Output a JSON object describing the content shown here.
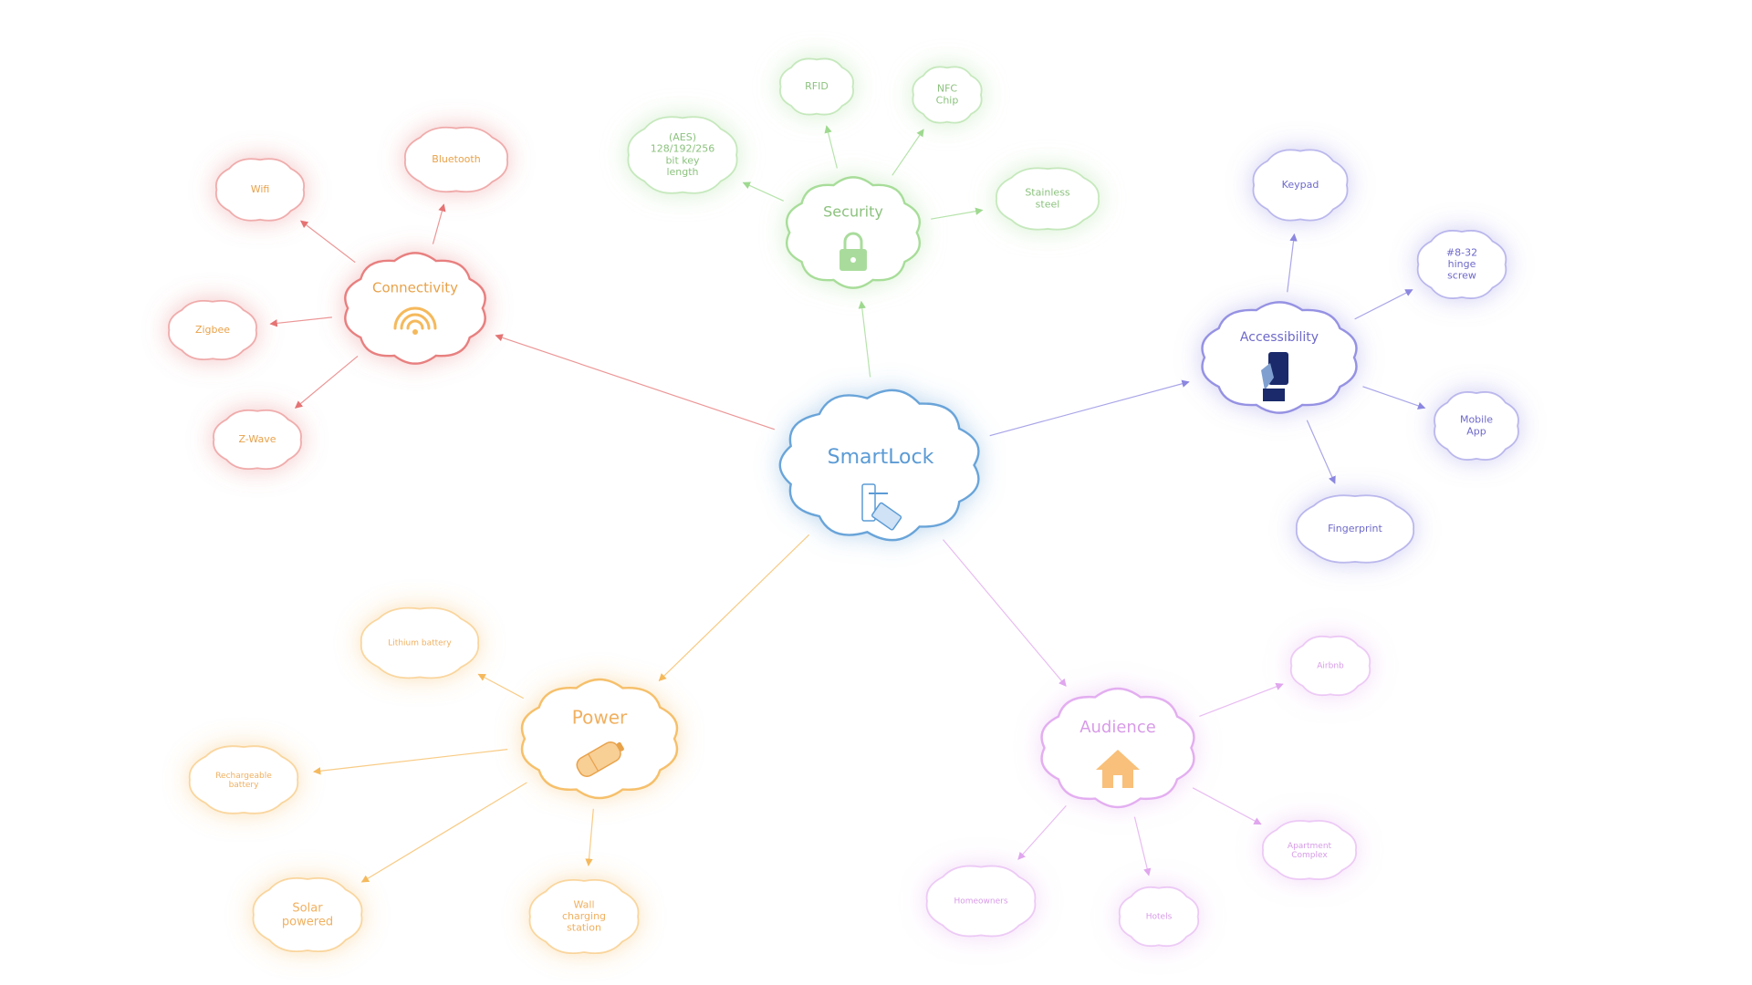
{
  "center": {
    "label": "SmartLock",
    "color": "#5b9bd5",
    "icon": "door-handle-card-icon"
  },
  "branches": [
    {
      "id": "connectivity",
      "label": "Connectivity",
      "color": "#e57373",
      "text_color": "#e8a24a",
      "icon": "wifi-icon",
      "children": [
        "Wifi",
        "Bluetooth",
        "Zigbee",
        "Z-Wave"
      ]
    },
    {
      "id": "security",
      "label": "Security",
      "color": "#9ed98f",
      "text_color": "#8cc27e",
      "icon": "padlock-icon",
      "children": [
        "(AES)\n128/192/256\nbit key\nlength",
        "RFID",
        "NFC\nChip",
        "Stainless\nsteel"
      ]
    },
    {
      "id": "accessibility",
      "label": "Accessibility",
      "color": "#8c87e0",
      "text_color": "#6e69c9",
      "icon": "phone-in-hand-icon",
      "children": [
        "Keypad",
        "#8-32\nhinge\nscrew",
        "Mobile\nApp",
        "Fingerprint"
      ]
    },
    {
      "id": "power",
      "label": "Power",
      "color": "#f5b95c",
      "text_color": "#f0b060",
      "icon": "battery-icon",
      "children": [
        "Lithium battery",
        "Rechargeable\nbattery",
        "Solar\npowered",
        "Wall\ncharging\nstation"
      ]
    },
    {
      "id": "audience",
      "label": "Audience",
      "color": "#e0a6ee",
      "text_color": "#d89be8",
      "icon": "house-icon",
      "children": [
        "Airbnb",
        "Apartment\nComplex",
        "Hotels",
        "Homeowners"
      ]
    }
  ]
}
